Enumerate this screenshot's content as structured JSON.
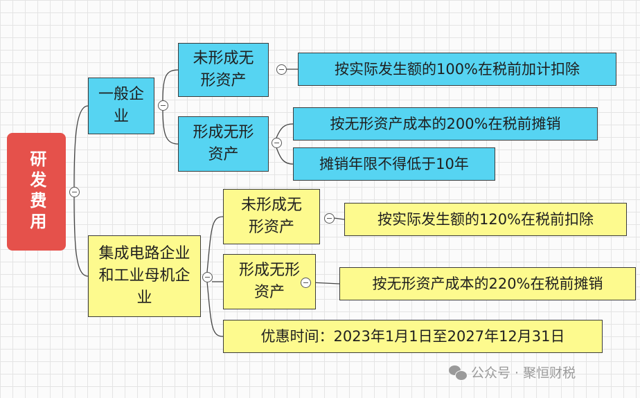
{
  "root": {
    "label": "研发费用"
  },
  "general": {
    "label": "一般企业",
    "not_formed": {
      "label": "未形成无形资产",
      "rule": "按实际发生额的100%在税前加计扣除"
    },
    "formed": {
      "label": "形成无形资产",
      "rules": [
        "按无形资产成本的200%在税前摊销",
        "摊销年限不得低于10年"
      ]
    }
  },
  "ic": {
    "label": "集成电路企业和工业母机企业",
    "not_formed": {
      "label": "未形成无形资产",
      "rule": "按实际发生额的120%在税前扣除"
    },
    "formed": {
      "label": "形成无形资产",
      "rule": "按无形资产成本的220%在税前摊销"
    },
    "period": "优惠时间：2023年1月1日至2027年12月31日"
  },
  "watermark": "公众号 · 聚恒财税",
  "colors": {
    "root": "#e5514b",
    "general": "#56d4f2",
    "ic": "#fdfa8e"
  }
}
